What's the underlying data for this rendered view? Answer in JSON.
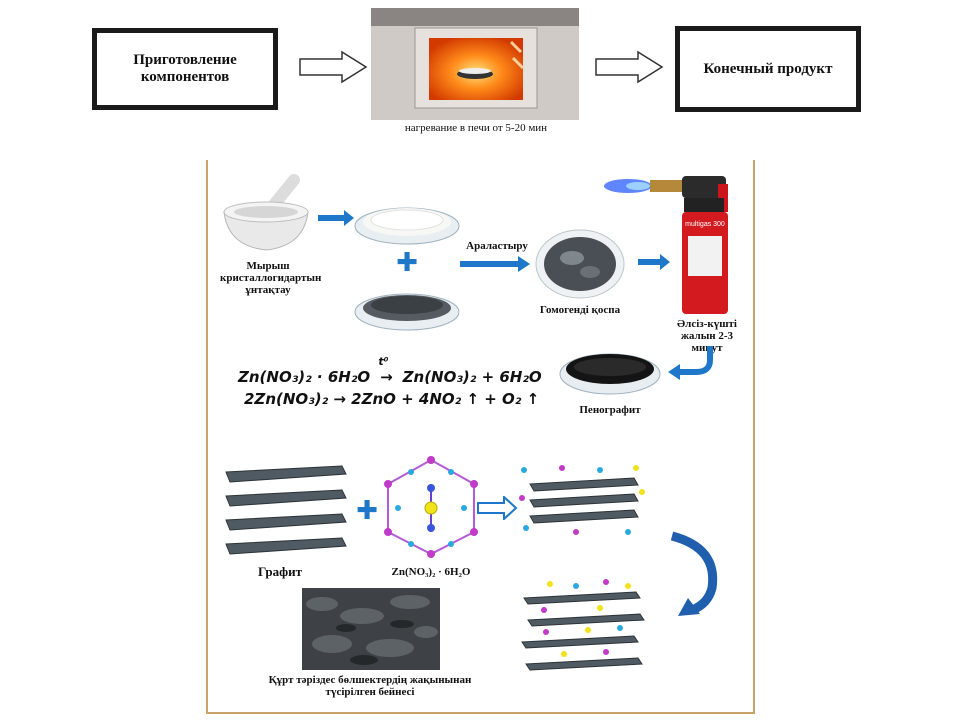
{
  "flow": {
    "step1": "Приготовление компонентов",
    "step2_caption": "нагревание в печи от 5-20 мин",
    "step3": "Конечный продукт"
  },
  "panel": {
    "grinding_label": "Мырыш кристаллогидартын ұнтақтау",
    "mixing_label": "Араластыру",
    "homogeneous_label": "Гомогенді қоспа",
    "heating_label": "Әлсіз-күшті жалын 2-3 минут",
    "foam_graphite_label": "Пенографит",
    "graphite_label": "Графит",
    "salt_formula": "Zn(NO₃)₂ · 6H₂O",
    "closeup_caption": "Құрт тәріздес бөлшектердің жақынынан түсірілген бейнесі",
    "torch_brand": "multigas 300"
  },
  "equations": {
    "eq1_left": "Zn(NO₃)₂ · 6H₂O",
    "eq1_cond": "t⁰",
    "eq1_right": "Zn(NO₃)₂ + 6H₂O",
    "eq2": "2Zn(NO₃)₂ → 2ZnO + 4NO₂ ↑ + O₂ ↑"
  },
  "colors": {
    "arrow_blue": "#1f77c9",
    "panel_border": "#c8a26a",
    "furnace_glow": "#ff6a00"
  }
}
